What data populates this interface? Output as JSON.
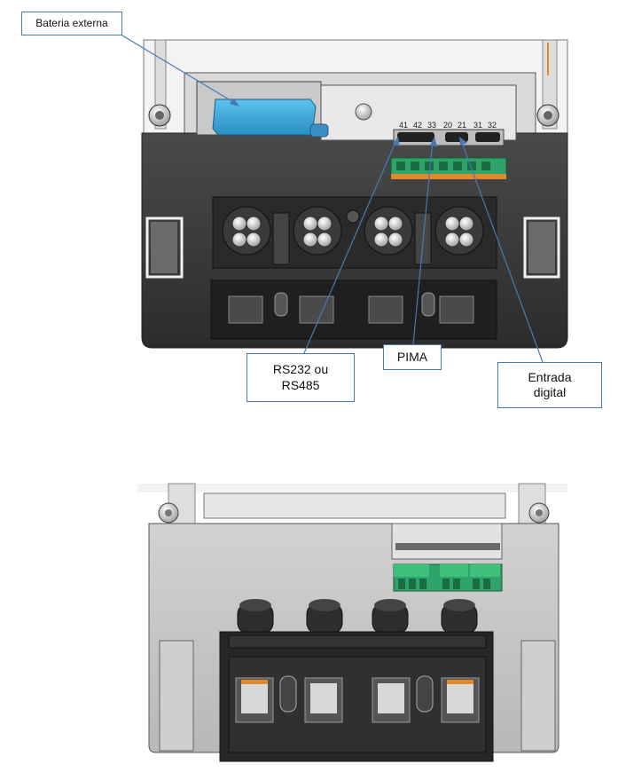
{
  "callouts": {
    "bateria": "Bateria externa",
    "rs_line1": "RS232 ou",
    "rs_line2": "RS485",
    "pima": "PIMA",
    "entrada_line1": "Entrada",
    "entrada_line2": "digital"
  },
  "terminal_numbers": [
    "41",
    "42",
    "33",
    "20",
    "21",
    "31",
    "32"
  ],
  "colors": {
    "callout_border": "#4a78b4",
    "leader_line": "#4a78b4",
    "battery": "#3aa6d8",
    "connector_green": "#2fa46a",
    "connector_orange": "#e08a2c",
    "meter_dark": "#3a3a3a",
    "meter_gray": "#c4c4c4"
  }
}
